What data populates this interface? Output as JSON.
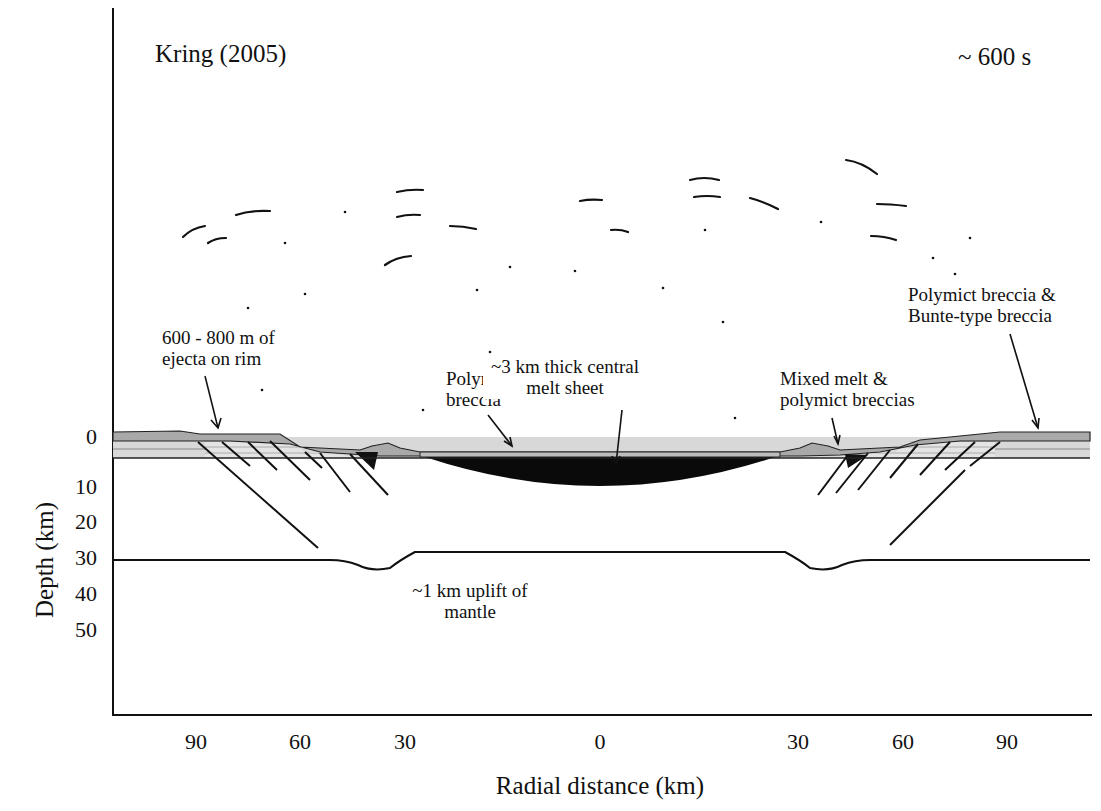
{
  "diagram": {
    "labels": [
      "Kring (2005)",
      "~ 600 s",
      "600 - 800 m of ejecta on rim",
      "Polymict breccia",
      "~3 km thick central melt sheet",
      "Mixed melt & polymict breccias",
      "Polymict breccia & Bunte-type breccia",
      "~1 km uplift of mantle",
      "Depth (km)",
      "0",
      "10",
      "20",
      "30",
      "40",
      "50",
      "90",
      "60",
      "30",
      "0",
      "30",
      "60",
      "90",
      "Radial distance (km)"
    ]
  }
}
